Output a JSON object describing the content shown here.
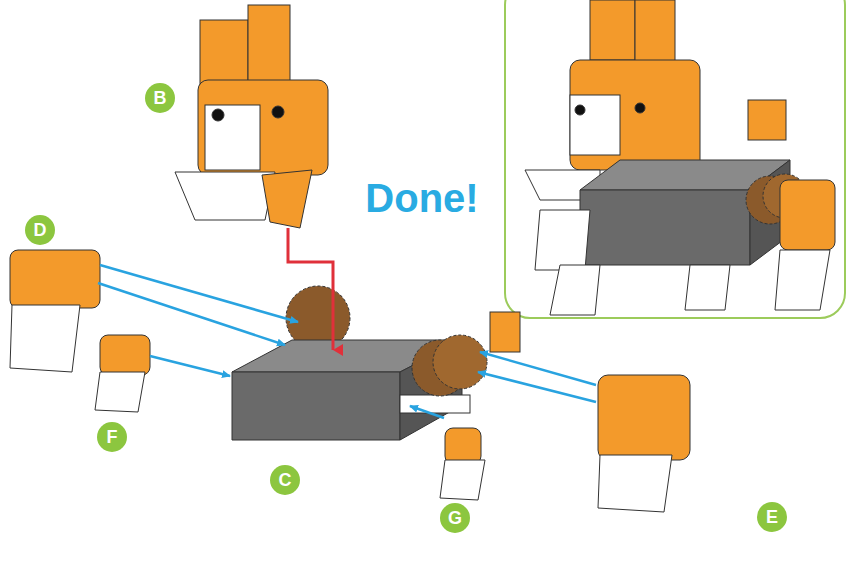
{
  "diagram": {
    "labels": [
      "B",
      "Done!",
      "D",
      "F",
      "C",
      "G",
      "E"
    ]
  }
}
